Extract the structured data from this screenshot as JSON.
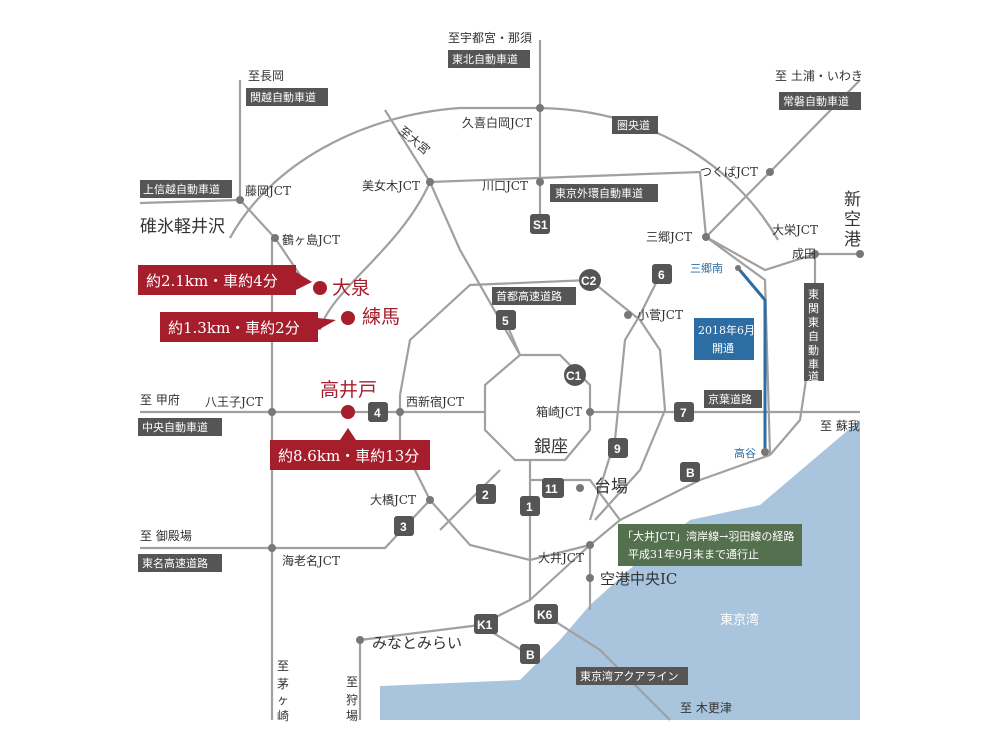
{
  "colors": {
    "road": "#a0a0a0",
    "sea": "#a9c5dd",
    "accent": "#a61e2c",
    "badge": "#555555",
    "new_route": "#2c6da3",
    "note_box": "#54704e"
  },
  "destinations": {
    "utsunomiya": "至宇都宮・那須",
    "tohoku": "東北自動車道",
    "nagaoka": "至長岡",
    "kanetsu": "関越自動車道",
    "joban_to": "至 土浦・いわき",
    "joban": "常磐自動車道",
    "joshinetsu": "上信越自動車道",
    "karuizawa": "碓氷軽井沢",
    "kofu": "至 甲府",
    "chuo": "中央自動車道",
    "gotemba": "至 御殿場",
    "tomei": "東名高速道路",
    "chigasaki": "至茅ヶ崎",
    "karibasaka": "至狩場",
    "soga": "至 蘇我",
    "kisarazu": "至 木更津",
    "narita_airport": "新空港",
    "narita": "成田",
    "higashi_kanto": "東関東自動車道"
  },
  "roads": {
    "ken_o": "圏央道",
    "gaikan": "東京外環自動車道",
    "shuto": "首都高速道路",
    "keiyo": "京葉道路",
    "aqualine": "東京湾アクアライン",
    "omiya": "至大宮"
  },
  "junctions": {
    "kuki": "久喜白岡JCT",
    "fujioka": "藤岡JCT",
    "tsurugashima": "鶴ヶ島JCT",
    "bijogi": "美女木JCT",
    "kawaguchi": "川口JCT",
    "tsukuba": "つくばJCT",
    "misato": "三郷JCT",
    "misato_minami": "三郷南",
    "taiei": "大栄JCT",
    "kosuge": "小菅JCT",
    "hachioji": "八王子JCT",
    "nishi_shinjuku": "西新宿JCT",
    "hakozaki": "箱崎JCT",
    "ohashi": "大橋JCT",
    "ebina": "海老名JCT",
    "oi": "大井JCT",
    "koya": "高谷"
  },
  "places": {
    "ginza": "銀座",
    "odaiba": "台場",
    "airport_ic": "空港中央IC",
    "minatomirai": "みなとみらい",
    "tokyo_bay": "東京湾"
  },
  "routes": {
    "s1": "S1",
    "c2": "C2",
    "c1": "C1",
    "r5": "5",
    "r6": "6",
    "r4": "4",
    "r7": "7",
    "r9": "9",
    "r2": "2",
    "r3": "3",
    "r11": "11",
    "r1": "1",
    "b1": "B",
    "b2": "B",
    "k1": "K1",
    "k6": "K6"
  },
  "highlights": {
    "oizumi": "大泉",
    "nerima": "練馬",
    "takaido": "高井戸",
    "oizumi_dist": "約2.1km・車約4分",
    "nerima_dist": "約1.3km・車約2分",
    "takaido_dist": "約8.6km・車約13分"
  },
  "notes": {
    "opening_line1": "2018年6月",
    "opening_line2": "開通",
    "oi_note_line1": "「大井JCT」湾岸線→羽田線の経路",
    "oi_note_line2": "平成31年9月末まで通行止"
  }
}
